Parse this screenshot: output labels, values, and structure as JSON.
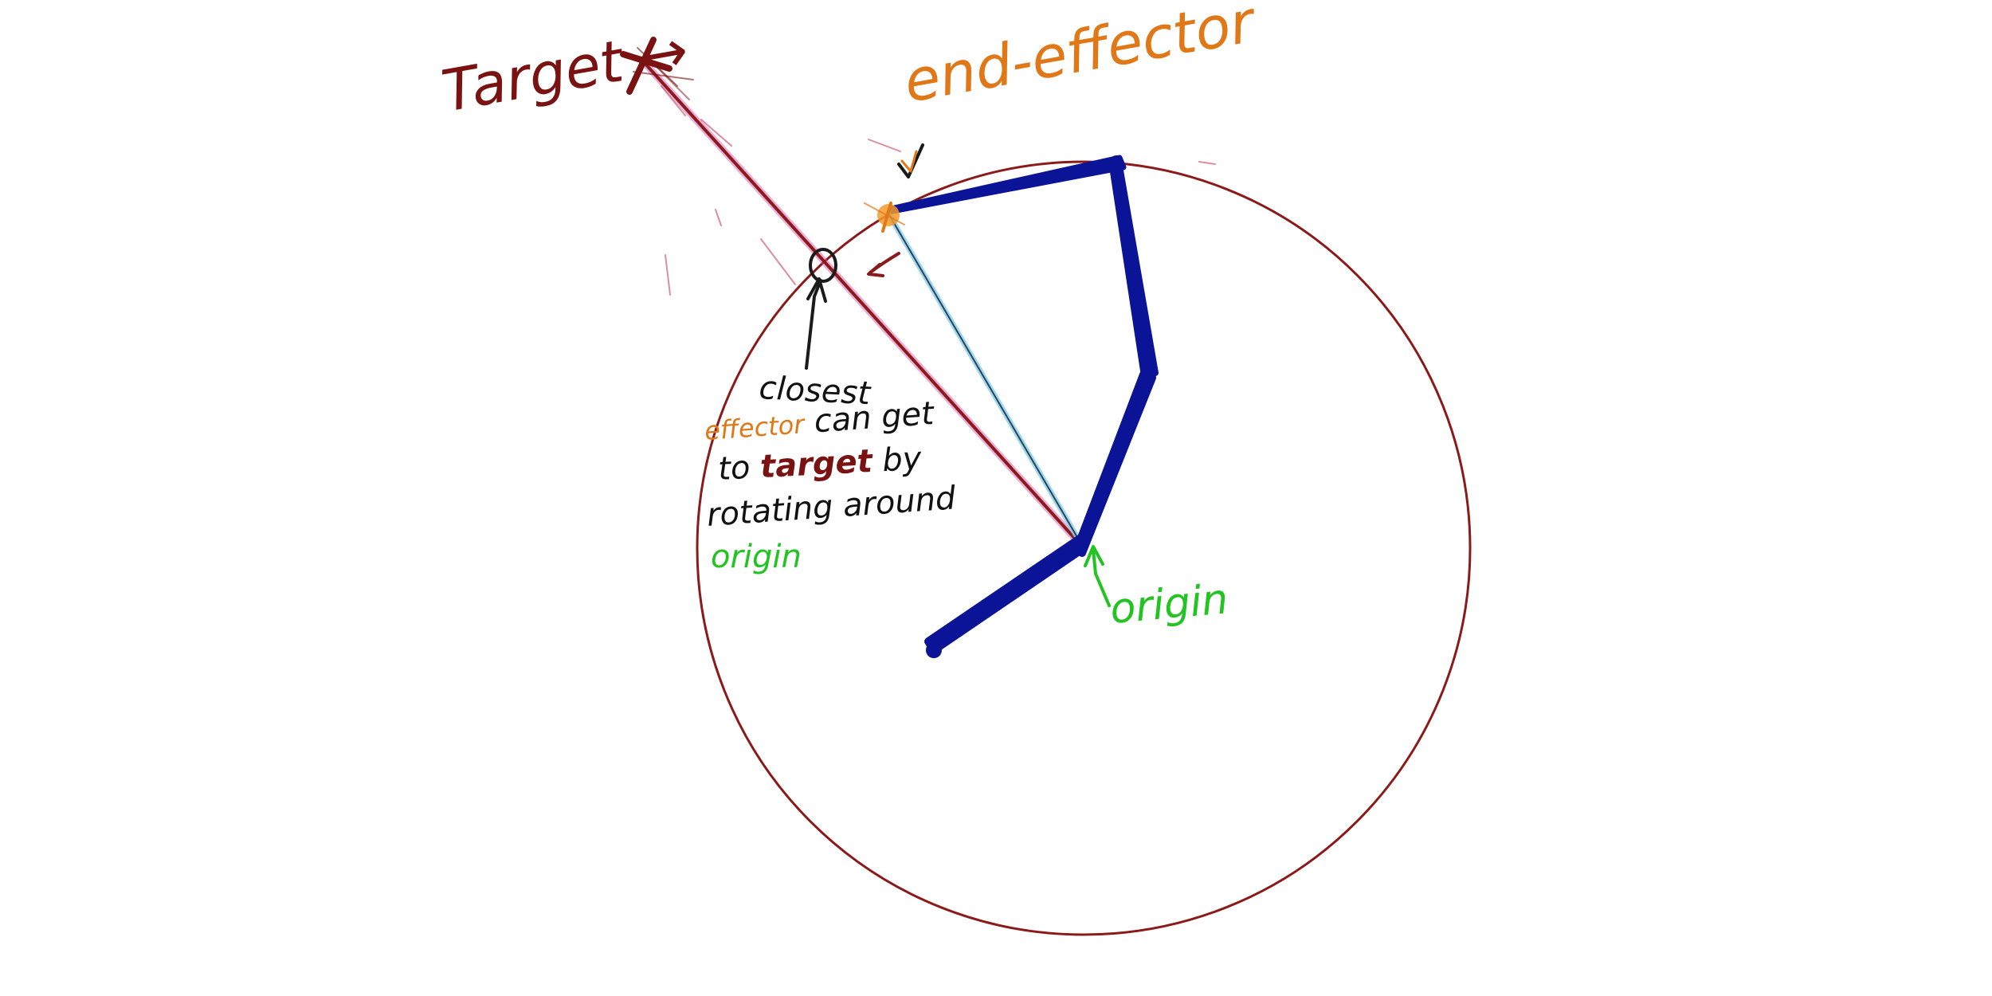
{
  "colors": {
    "background": "#ffffff",
    "circle": "#8b1a1a",
    "arm": "#0b1396",
    "target": "#7a1212",
    "target_line": "#8b1a1a",
    "target_line_glow": "#d24ca8",
    "effector": "#e07818",
    "effector_line": "#3a3a5a",
    "effector_line_glow": "#7ed3e8",
    "note_text": "#111111",
    "origin": "#22c322",
    "closest_marker": "#1a1a1a"
  },
  "labels": {
    "target": "Target →",
    "end_effector": "end-effector",
    "origin": "origin",
    "note": {
      "line1": "closest",
      "line2_effector": "effector",
      "line2_rest": " can get",
      "line3_to": "to ",
      "line3_target": "target",
      "line3_rest": " by",
      "line4": "rotating around",
      "line5": "origin"
    }
  },
  "icons": {
    "target_marker": "x-mark-icon",
    "end_effector_marker": "dot-icon",
    "closest_point_marker": "open-circle-icon",
    "rotation_hint": "curved-arrow-icon"
  }
}
